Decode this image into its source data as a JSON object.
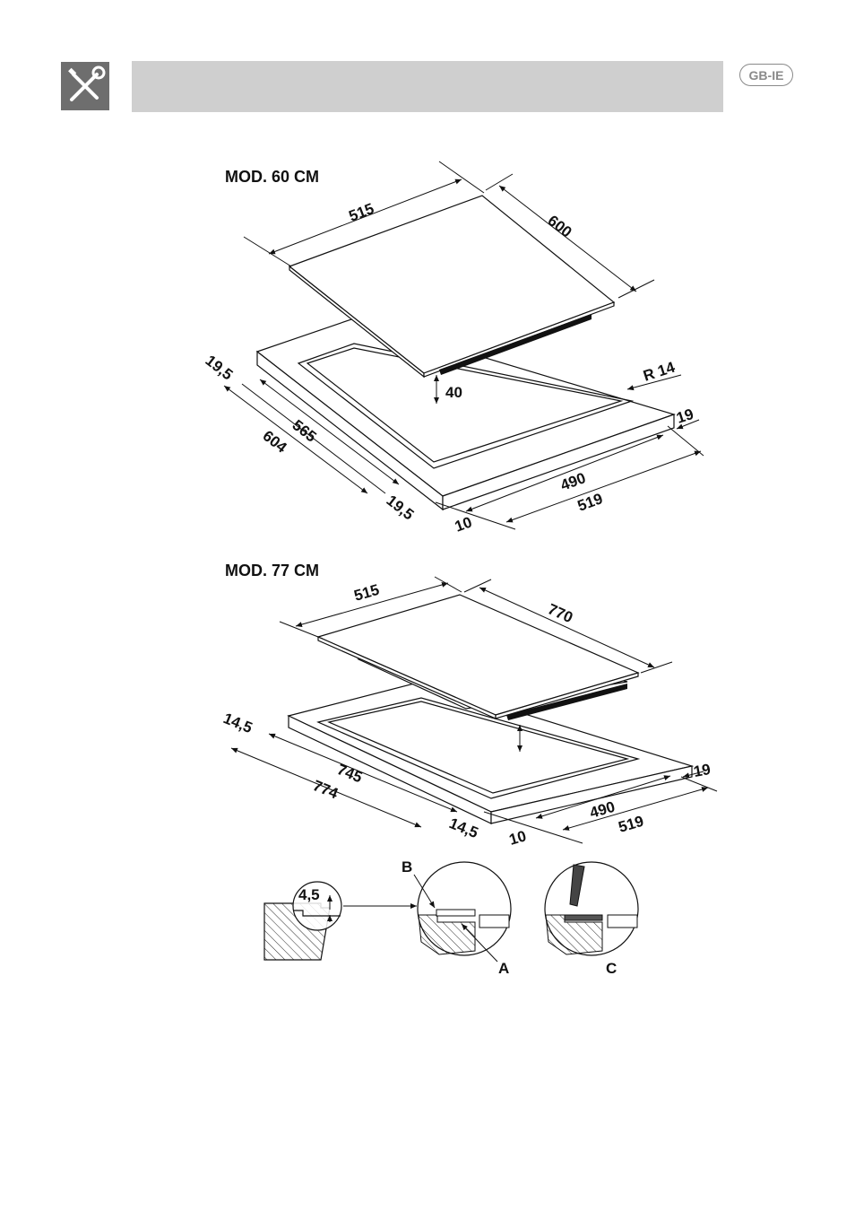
{
  "header": {
    "icon": "tools-icon",
    "lang_badge": "GB-IE"
  },
  "diagram_60": {
    "title": "MOD. 60 CM",
    "dims": {
      "top_width": "515",
      "top_depth": "600",
      "height": "40",
      "radius": "R 14",
      "edge_left_top": "19,5",
      "cut_len": "565",
      "total_len": "604",
      "edge_left_bottom": "19,5",
      "edge_right": "19",
      "cut_width": "490",
      "total_width": "519",
      "front_offset": "10"
    }
  },
  "diagram_77": {
    "title": "MOD. 77 CM",
    "dims": {
      "top_width": "515",
      "top_depth": "770",
      "edge_left_top": "14,5",
      "cut_len": "745",
      "total_len": "774",
      "edge_left_bottom": "14,5",
      "edge_right": "19",
      "cut_width": "490",
      "total_width": "519",
      "front_offset": "10"
    }
  },
  "detail": {
    "depth": "4,5",
    "label_b": "B",
    "label_a": "A",
    "label_c": "C"
  }
}
